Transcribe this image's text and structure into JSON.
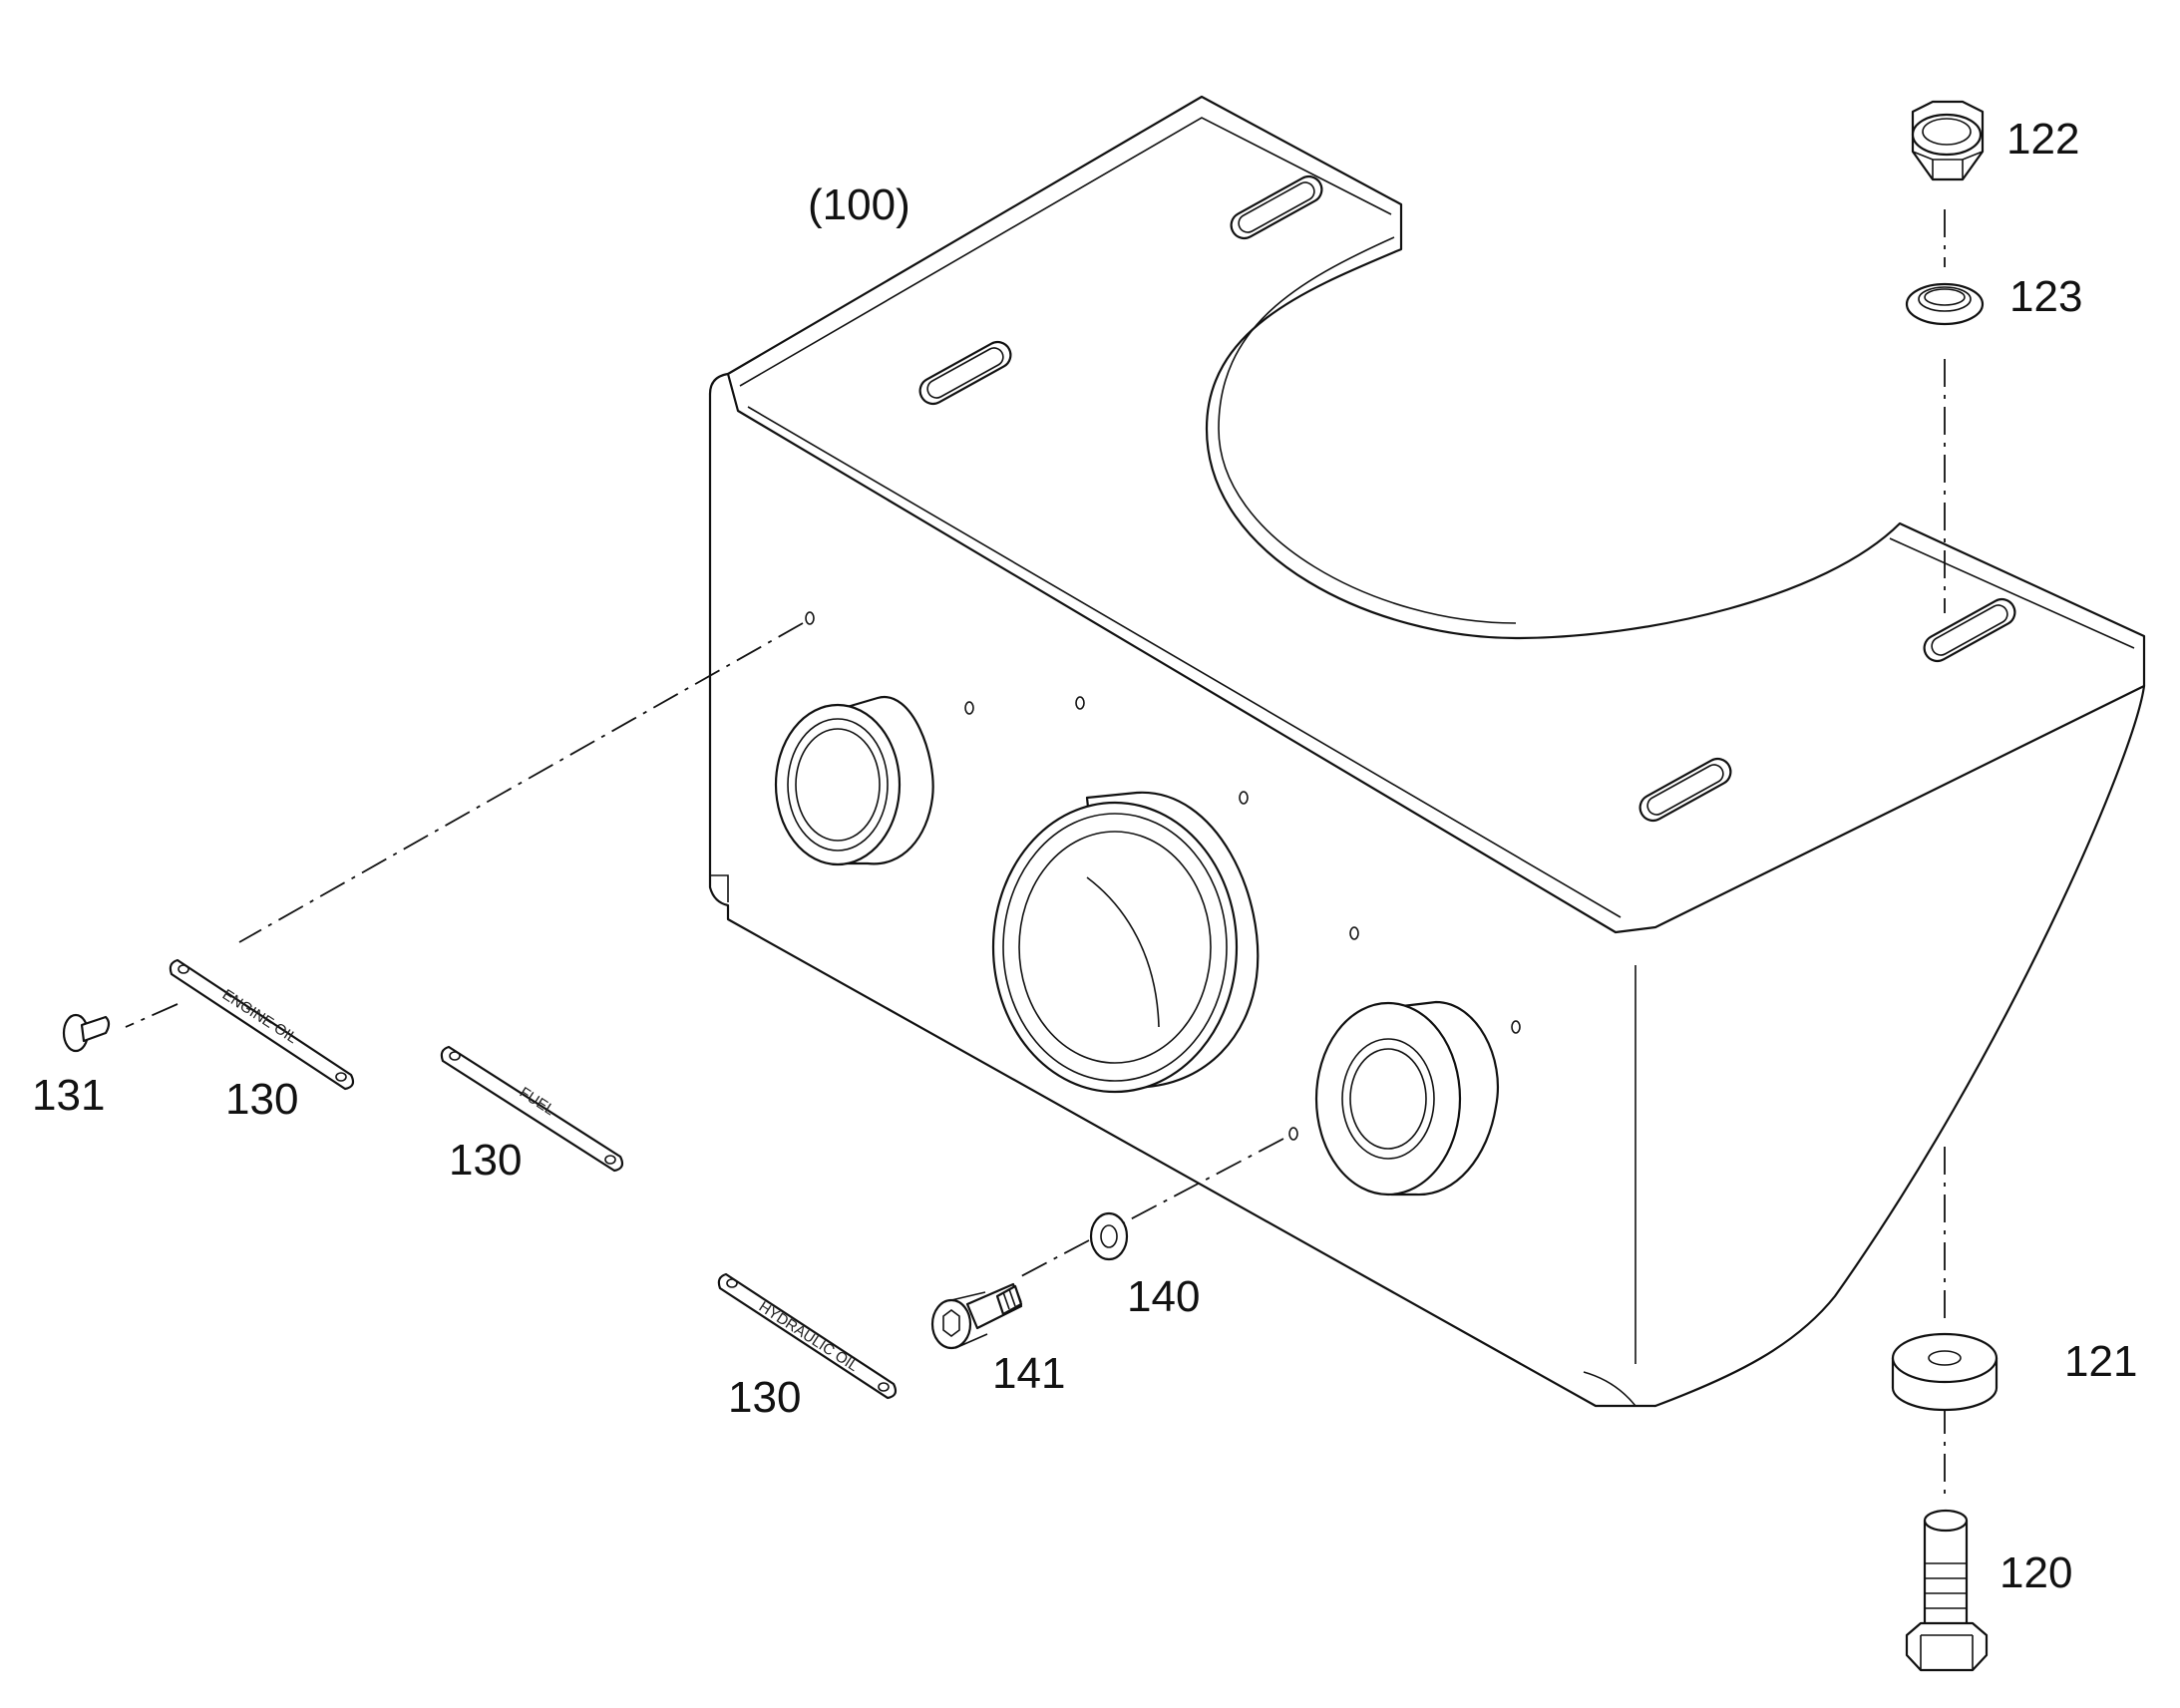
{
  "diagram": {
    "assembly_label": "(100)",
    "callouts": {
      "c120": "120",
      "c121": "121",
      "c122": "122",
      "c123": "123",
      "c130_engine": "130",
      "c130_fuel": "130",
      "c130_hydraulic": "130",
      "c131": "131",
      "c140": "140",
      "c141": "141"
    },
    "plates": {
      "engine_oil": "ENGINE OIL",
      "fuel": "FUEL",
      "hydraulic_oil": "HYDRAULIC OIL"
    }
  }
}
